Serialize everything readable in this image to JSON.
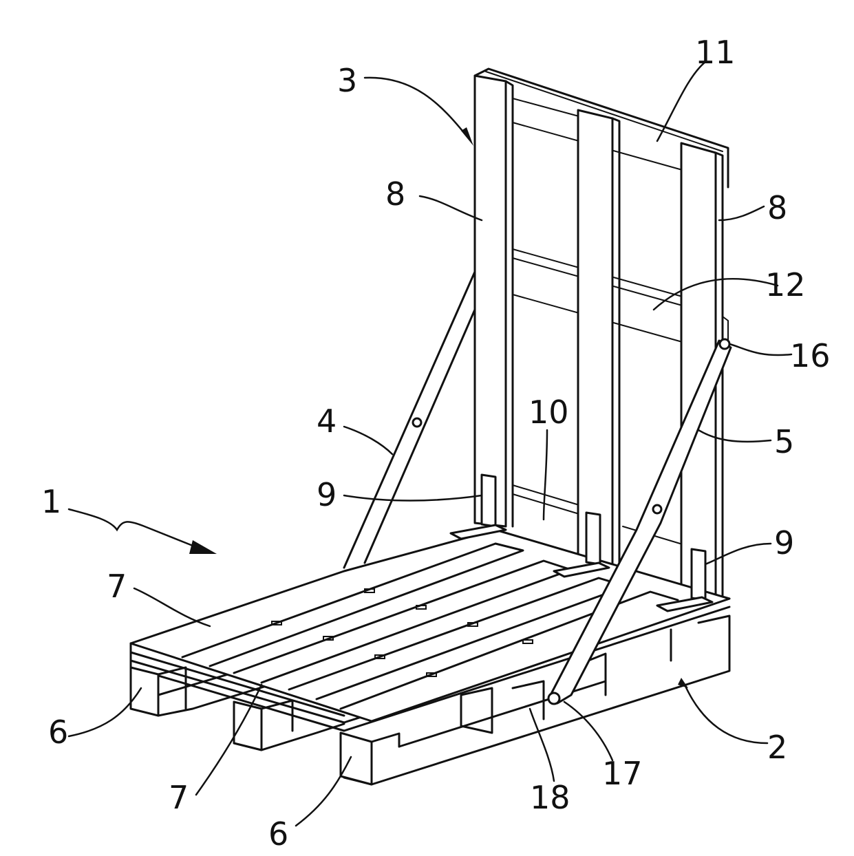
{
  "labels": {
    "assembly": "1",
    "pallet": "2",
    "back_frame": "3",
    "left_strut": "4",
    "right_strut": "5",
    "block_front": "6",
    "block_mid": "6",
    "deck_board_rear": "7",
    "deck_board_front": "7",
    "upright_left": "8",
    "upright_right": "8",
    "bracket_left": "9",
    "bracket_right": "9",
    "bottom_rail": "10",
    "top_rail": "11",
    "middle_rail": "12",
    "upper_pivot": "16",
    "lower_pivot": "17",
    "stringer": "18"
  },
  "colors": {
    "line": "#111111",
    "background": "#ffffff"
  }
}
